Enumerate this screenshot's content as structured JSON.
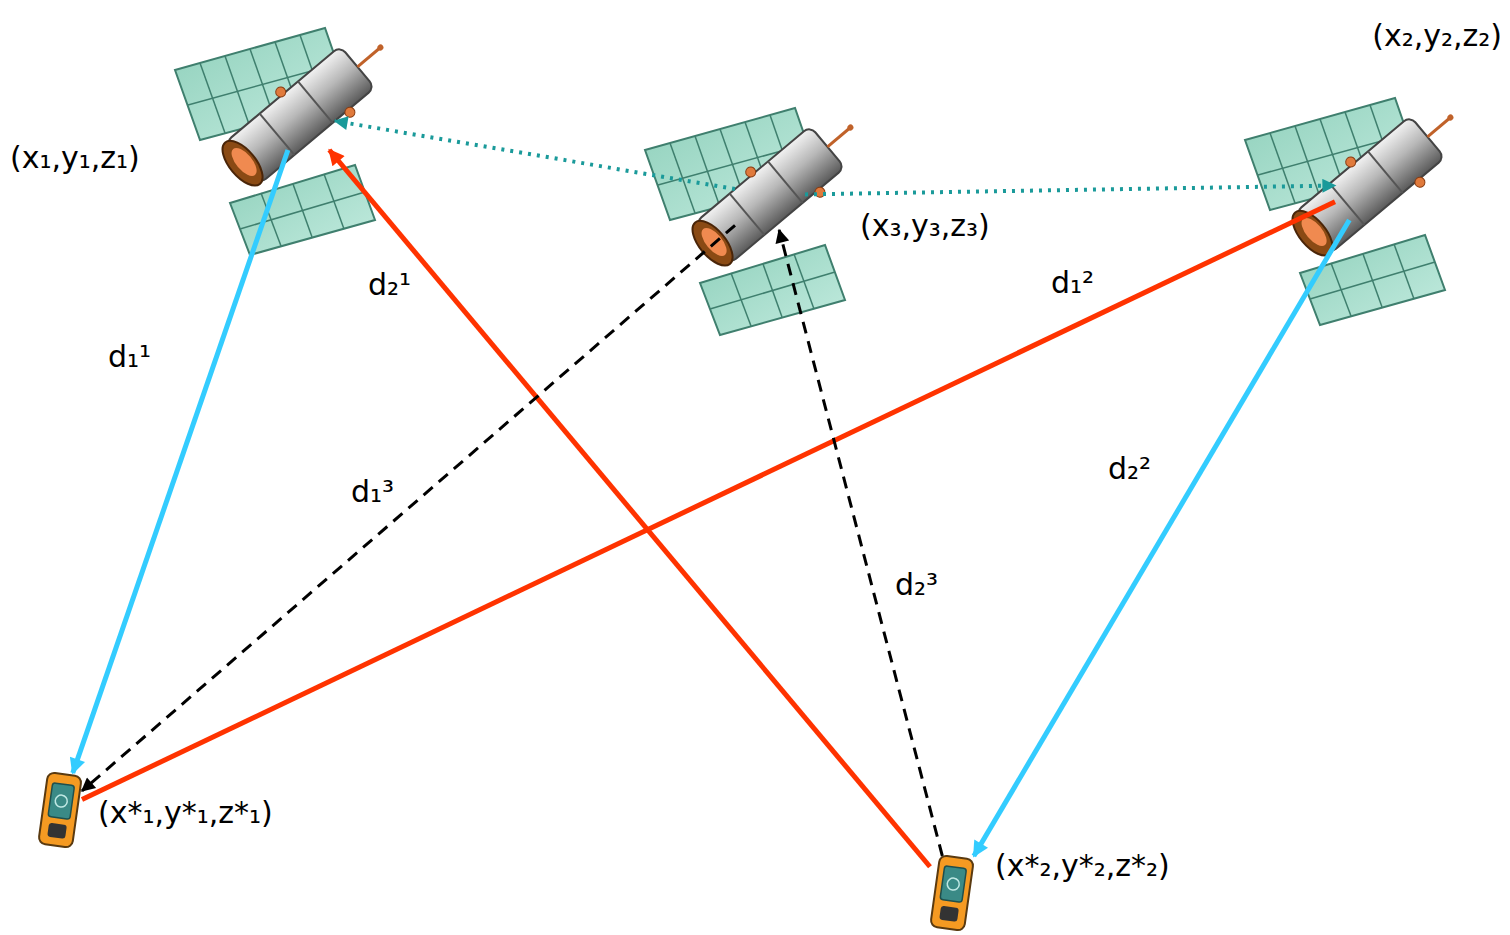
{
  "diagram": {
    "nodes": [
      {
        "text": [
          "(x₁,y₁,z₁)"
        ]
      },
      {
        "text": [
          "(x₂,y₂,z₂)"
        ]
      },
      {
        "text": [
          "(x₃,y₃,z₃)"
        ]
      },
      {
        "text": [
          "(x*₁,y*₁,z*₁)"
        ]
      },
      {
        "text": [
          "(x*₂,y*₂,z*₂)"
        ]
      }
    ],
    "edges": [
      {
        "from": 0,
        "to": 3,
        "label": "d₁¹",
        "arrow": "to"
      },
      {
        "from": 4,
        "to": 0,
        "label": "d₂¹",
        "arrow": "to"
      },
      {
        "from": 1,
        "to": 3,
        "label": "d₁²",
        "arrow": "none"
      },
      {
        "from": 1,
        "to": 4,
        "label": "d₂²",
        "arrow": "to"
      },
      {
        "from": 2,
        "to": 3,
        "label": "d₁³",
        "arrow": "to"
      },
      {
        "from": 4,
        "to": 2,
        "label": "d₂³",
        "arrow": "to"
      },
      {
        "from": 2,
        "to": 0,
        "arrow": "to"
      },
      {
        "from": 2,
        "to": 1,
        "arrow": "to"
      }
    ]
  }
}
